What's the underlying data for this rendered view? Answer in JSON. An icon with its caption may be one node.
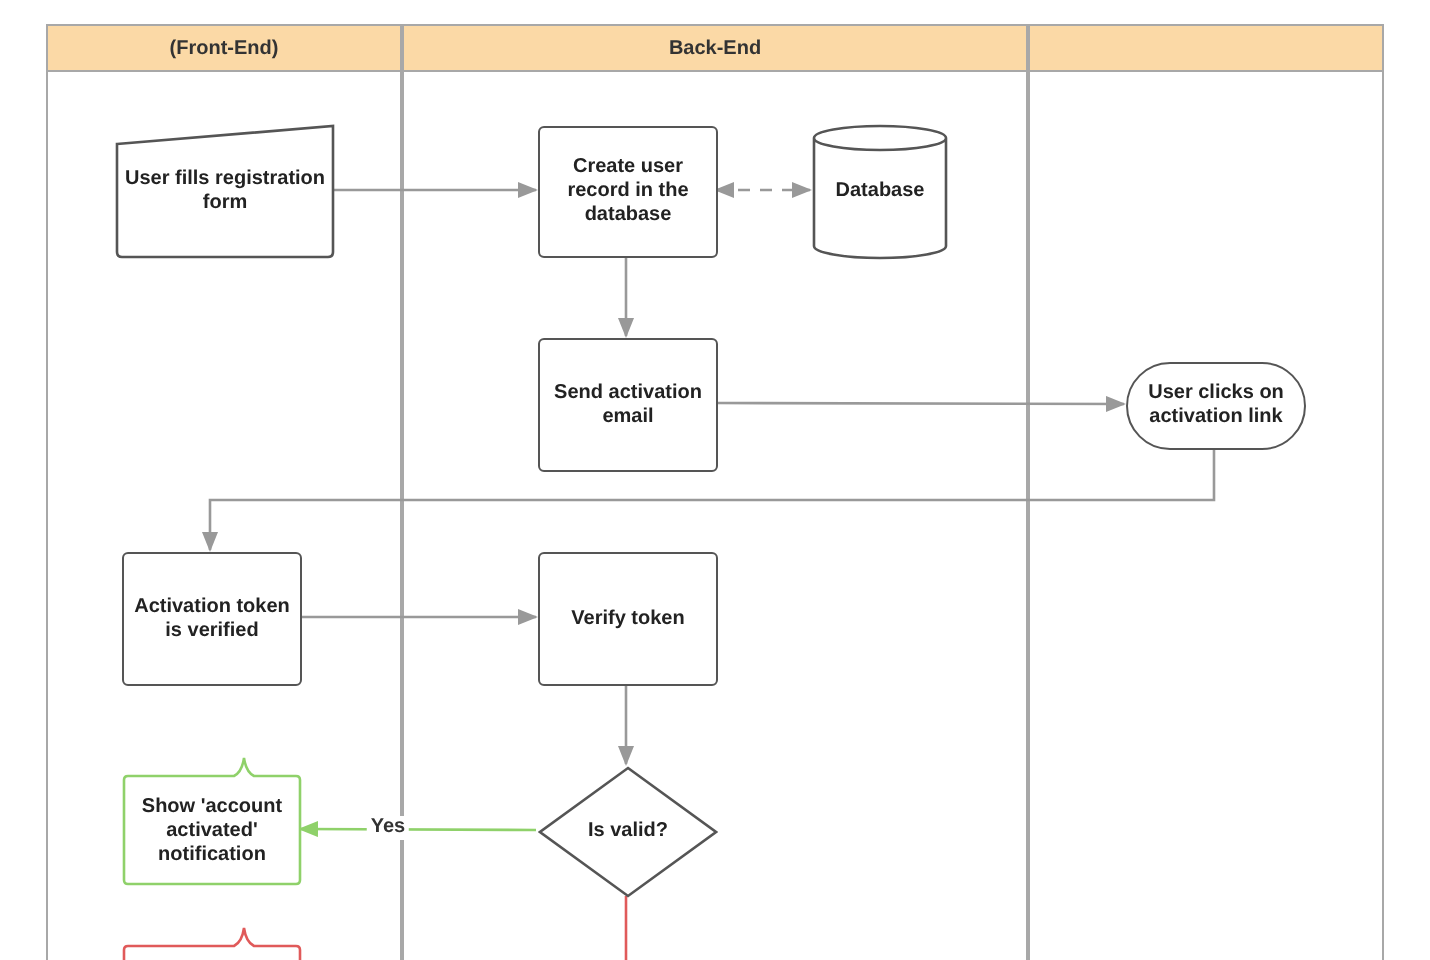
{
  "diagram": {
    "nodes": [
      {
        "text": [
          "(Front-End)"
        ]
      },
      {
        "text": [
          "Back-End"
        ]
      },
      {
        "text": [],
        "shape": "band"
      },
      {
        "text": [
          "User fills registration form"
        ],
        "in": 0
      },
      {
        "text": [
          "Create user record in the database"
        ],
        "in": 1
      },
      {
        "text": [
          "Database"
        ],
        "in": 1
      },
      {
        "text": [
          "Send activation email"
        ],
        "in": 1
      },
      {
        "text": [
          "User clicks on activation link"
        ],
        "in": 2
      },
      {
        "text": [
          "Activation token is verified"
        ],
        "in": 0
      },
      {
        "text": [
          "Verify token"
        ],
        "in": 1
      },
      {
        "text": [
          "Is valid?"
        ],
        "in": 1
      },
      {
        "text": [
          "Show 'account activated' notification"
        ],
        "in": 0
      },
      {
        "text": [],
        "shape": "box",
        "in": 0
      }
    ],
    "edges": [
      {
        "from": 3,
        "to": 4,
        "arrow": "to"
      },
      {
        "from": 4,
        "to": 5,
        "arrow": "both",
        "style": "dashed"
      },
      {
        "from": 4,
        "to": 6,
        "arrow": "to"
      },
      {
        "from": 6,
        "to": 7,
        "arrow": "to"
      },
      {
        "from": 7,
        "to": 8,
        "arrow": "to"
      },
      {
        "from": 8,
        "to": 9,
        "arrow": "to"
      },
      {
        "from": 9,
        "to": 10,
        "arrow": "to"
      },
      {
        "from": 10,
        "to": 11,
        "arrow": "to",
        "label": "Yes",
        "color": "#8fd16a"
      },
      {
        "from": 10,
        "to": null,
        "arrow": "none",
        "color": "#e05a5a"
      }
    ]
  }
}
